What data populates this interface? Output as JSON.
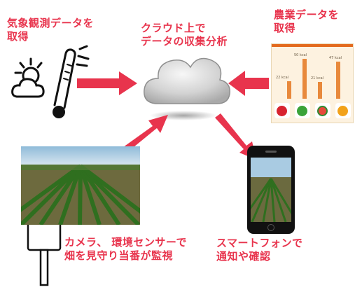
{
  "labels": {
    "weather": "気象観測データを\n取得",
    "cloud": "クラウド上で\nデータの収集分析",
    "agri": "農業データを\n取得",
    "camera": "カメラ、 環境センサーで\n畑を見守り当番が監視",
    "phone": "スマートフォンで\n通知や確認"
  },
  "agri_card": {
    "values": [
      "22 kcal",
      "50 kcal",
      "21 kcal",
      "47 kcal"
    ],
    "bar_fractions": [
      0.38,
      0.86,
      0.36,
      0.8
    ],
    "fruits": [
      "strawberry",
      "apple",
      "watermelon",
      "orange"
    ]
  },
  "colors": {
    "accent_red": "#e8344d",
    "arrow_red": "#e8344d",
    "cloud_gray": "#c9c9c9",
    "bar_orange": "#e8893c"
  },
  "icons": {
    "weather": "weather-thermometer-icon",
    "cloud": "cloud-icon",
    "sensor": "sensor-character-icon",
    "phone": "smartphone-icon"
  }
}
